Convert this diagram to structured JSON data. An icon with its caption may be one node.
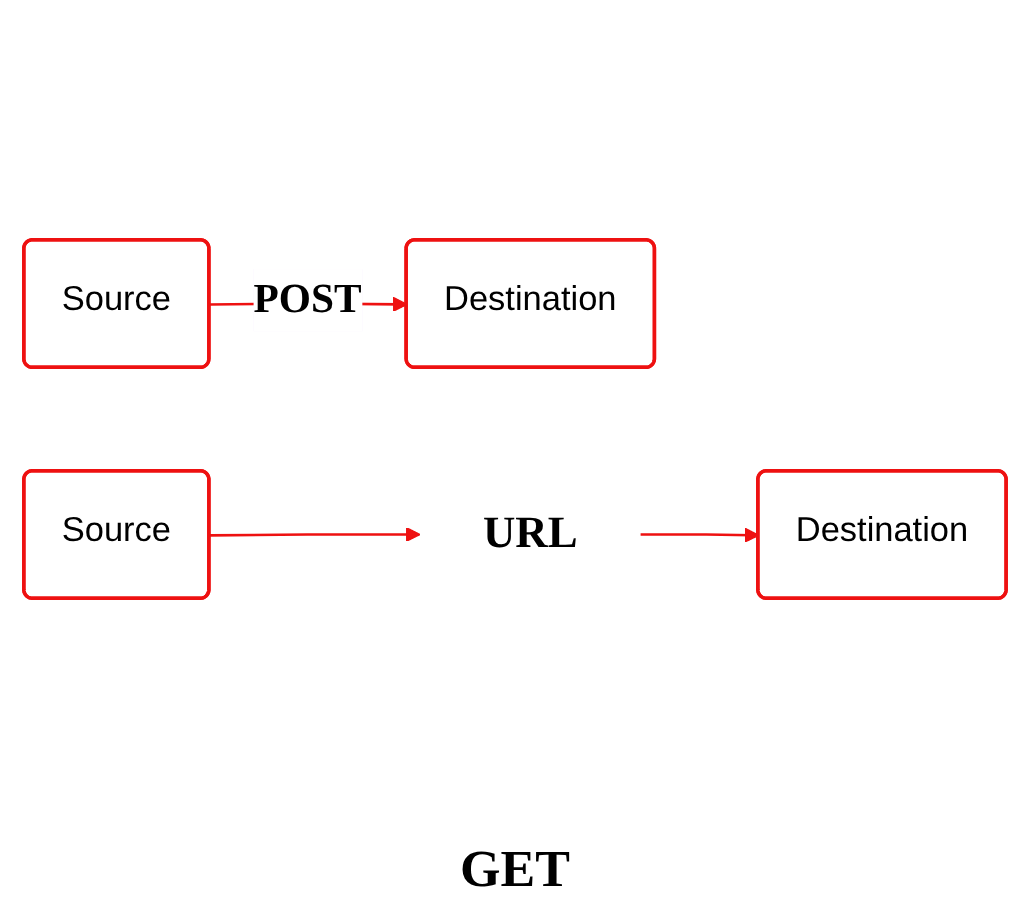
{
  "diagram": {
    "nodes": [
      {
        "text": [
          "Source"
        ]
      },
      {
        "text": [
          "Destination"
        ]
      },
      {
        "text": [
          "URL"
        ]
      },
      {
        "text": [
          "Source"
        ]
      },
      {
        "text": [
          "Destination"
        ]
      }
    ],
    "edges": [
      {
        "from": 0,
        "to": 1,
        "arrow": "to",
        "label": "POST"
      },
      {
        "from": 3,
        "to": 2,
        "arrow": "to"
      },
      {
        "from": 2,
        "to": 4,
        "arrow": "to"
      }
    ],
    "labels": [
      "GET"
    ]
  }
}
